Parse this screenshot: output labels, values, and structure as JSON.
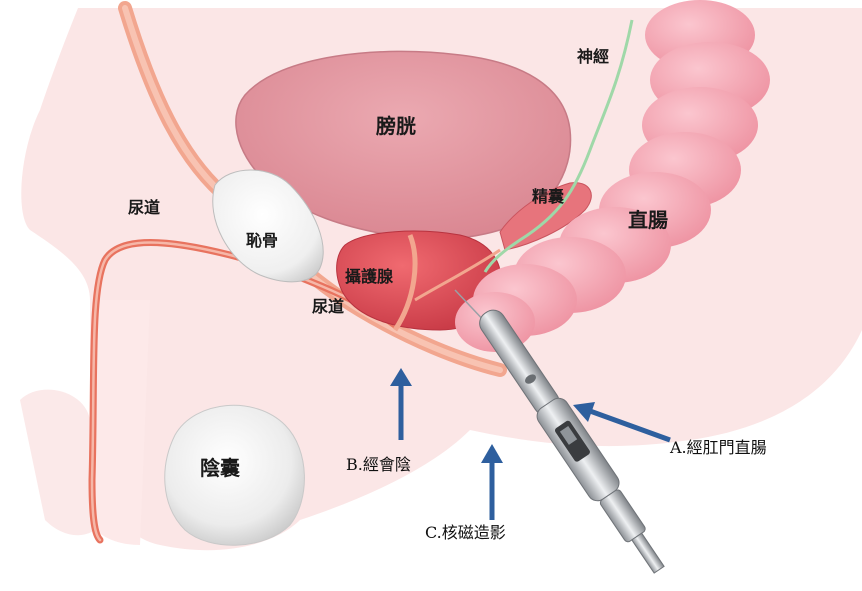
{
  "labels": {
    "bladder": "膀胱",
    "nerve": "神經",
    "seminal_vesicle": "精囊",
    "rectum": "直腸",
    "urethra_upper": "尿道",
    "pubic_bone": "恥骨",
    "prostate": "攝護腺",
    "urethra_lower": "尿道",
    "scrotum": "陰囊"
  },
  "approaches": {
    "a": "A.經肛門直腸",
    "b": "B.經會陰",
    "c": "C.核磁造影"
  },
  "colors": {
    "tissue": "#fbe6e6",
    "bladder": "#e79aa4",
    "prostate": "#e0505a",
    "urethra": "#ee8a78",
    "rectum": "#f6a8b4",
    "nerve": "#9fd8a8",
    "arrow": "#2e5f9e",
    "probe": "#b9bcc0"
  },
  "icons": {
    "probe": "ultrasound-probe-icon",
    "arrow": "arrow-up-icon"
  }
}
